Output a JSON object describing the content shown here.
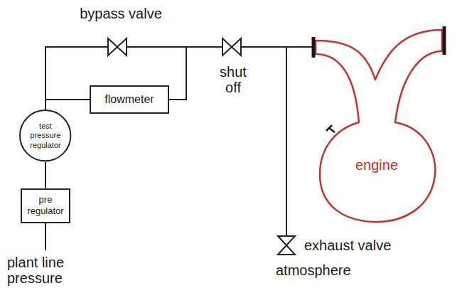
{
  "diagram": {
    "nodes": [
      {
        "text": [
          "flowmeter"
        ]
      },
      {
        "text": [
          "engine"
        ]
      },
      {
        "text": [
          "test pressure regulator"
        ]
      },
      {
        "text": [
          "pre regulator"
        ]
      }
    ],
    "edges": [
      {
        "from": 3,
        "to": 2,
        "arrow": "none"
      },
      {
        "from": 2,
        "to": 0,
        "arrow": "none"
      },
      {
        "from": 2,
        "to": 1,
        "arrow": "none"
      },
      {
        "from": 0,
        "to": 1,
        "arrow": "none"
      }
    ],
    "labels": [
      "bypass valve",
      "shut off",
      "exhaust valve",
      "atmosphere",
      "plant line pressure"
    ]
  }
}
